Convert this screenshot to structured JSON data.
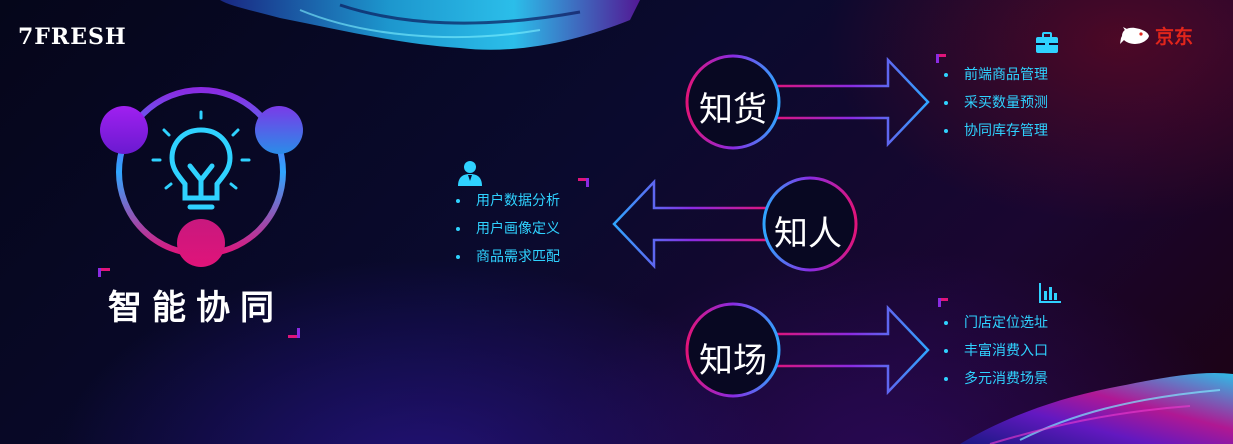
{
  "brand": {
    "left_logo": "7FRESH",
    "right_logo": "京东"
  },
  "main_title": "智能协同",
  "sections": {
    "goods": {
      "label": "知货",
      "items": [
        "前端商品管理",
        "采买数量预测",
        "协同库存管理"
      ],
      "icon": "briefcase-icon"
    },
    "people": {
      "label": "知人",
      "items": [
        "用户数据分析",
        "用户画像定义",
        "商品需求匹配"
      ],
      "icon": "user-icon"
    },
    "place": {
      "label": "知场",
      "items": [
        "门店定位选址",
        "丰富消费入口",
        "多元消费场景"
      ],
      "icon": "bar-chart-icon"
    }
  },
  "colors": {
    "accent_cyan": "#2fd2ff",
    "accent_magenta": "#e0147a",
    "accent_purple": "#8a2be2",
    "jd_red": "#e1251b"
  }
}
